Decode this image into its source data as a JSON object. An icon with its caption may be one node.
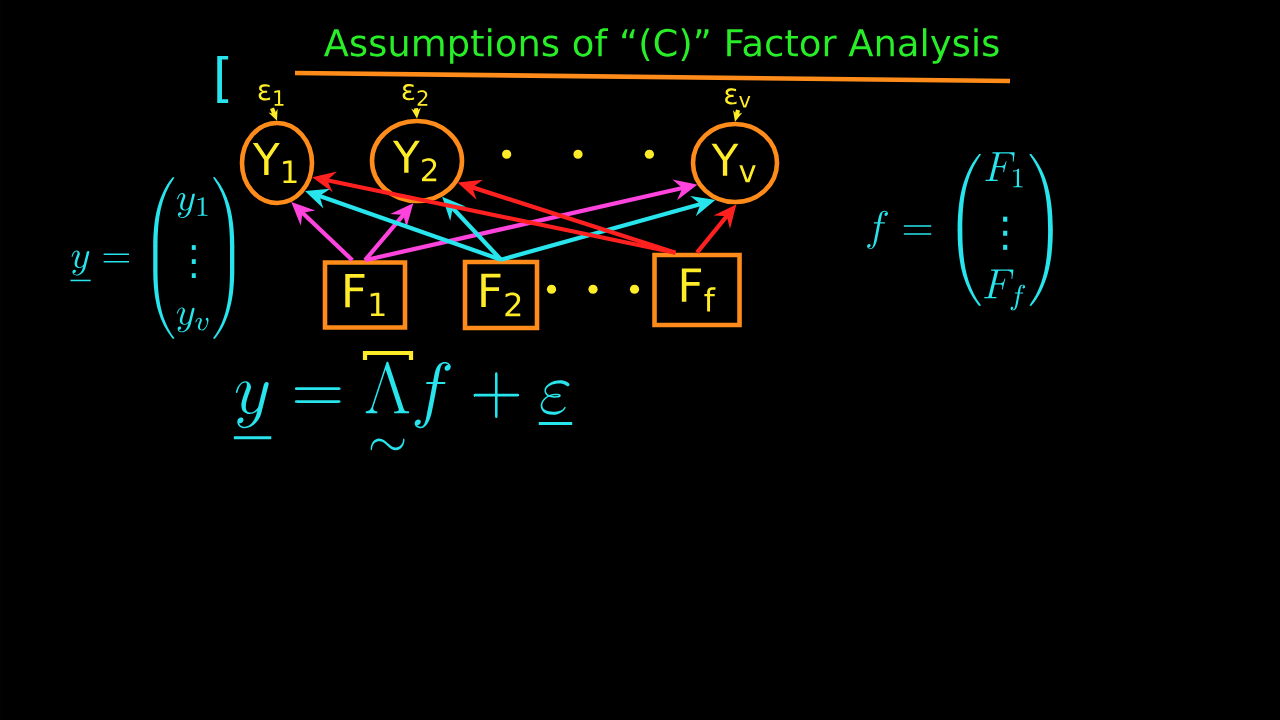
{
  "diagram": {
    "title": "Assumptions of “(C)” Factor Analysis",
    "nodes": [
      {
        "text": [
          "ε$_{1}$"
        ]
      },
      {
        "text": [
          "Y$_{1}$"
        ]
      },
      {
        "text": [
          "ε$_{2}$"
        ]
      },
      {
        "text": [
          "Y$_{2}$"
        ]
      },
      {
        "text": [
          "ε$_{v}$"
        ]
      },
      {
        "text": [
          "Y$_{v}$"
        ]
      },
      {
        "text": [
          "F$_{1}$"
        ]
      },
      {
        "text": [
          "F$_{2}$"
        ]
      },
      {
        "text": [
          "F$_{f}$"
        ]
      }
    ],
    "edges": [
      {
        "from": 0,
        "to": 1,
        "arrow": "to",
        "color": "#ffec28"
      },
      {
        "from": 2,
        "to": 3,
        "arrow": "to",
        "color": "#ffec28"
      },
      {
        "from": 4,
        "to": 5,
        "arrow": "to",
        "color": "#ffec28"
      },
      {
        "from": 6,
        "to": 1,
        "arrow": "to",
        "color": "#ff44dd"
      },
      {
        "from": 6,
        "to": 3,
        "arrow": "to",
        "color": "#ff44dd"
      },
      {
        "from": 6,
        "to": 5,
        "arrow": "to",
        "color": "#ff44dd"
      },
      {
        "from": 7,
        "to": 1,
        "arrow": "to",
        "color": "#28e4ec"
      },
      {
        "from": 7,
        "to": 3,
        "arrow": "to",
        "color": "#28e4ec"
      },
      {
        "from": 7,
        "to": 5,
        "arrow": "to",
        "color": "#28e4ec"
      },
      {
        "from": 8,
        "to": 1,
        "arrow": "to",
        "color": "#ff2020"
      },
      {
        "from": 8,
        "to": 3,
        "arrow": "to",
        "color": "#ff2020"
      },
      {
        "from": 8,
        "to": 5,
        "arrow": "to",
        "color": "#ff2020"
      }
    ],
    "labels": [
      "[",
      "• • •",
      "\\underline{y} = \\begin{pmatrix} y_{1} \\\\ \\vdots \\\\ y_{v} \\end{pmatrix}",
      "f = \\begin{pmatrix} F_{1} \\\\ \\vdots \\\\ F_{f} \\end{pmatrix}",
      "• • •",
      "\\underline{y} = \\underset{\\sim}{\\Lambda} f + \\underline{\\varepsilon}"
    ]
  }
}
